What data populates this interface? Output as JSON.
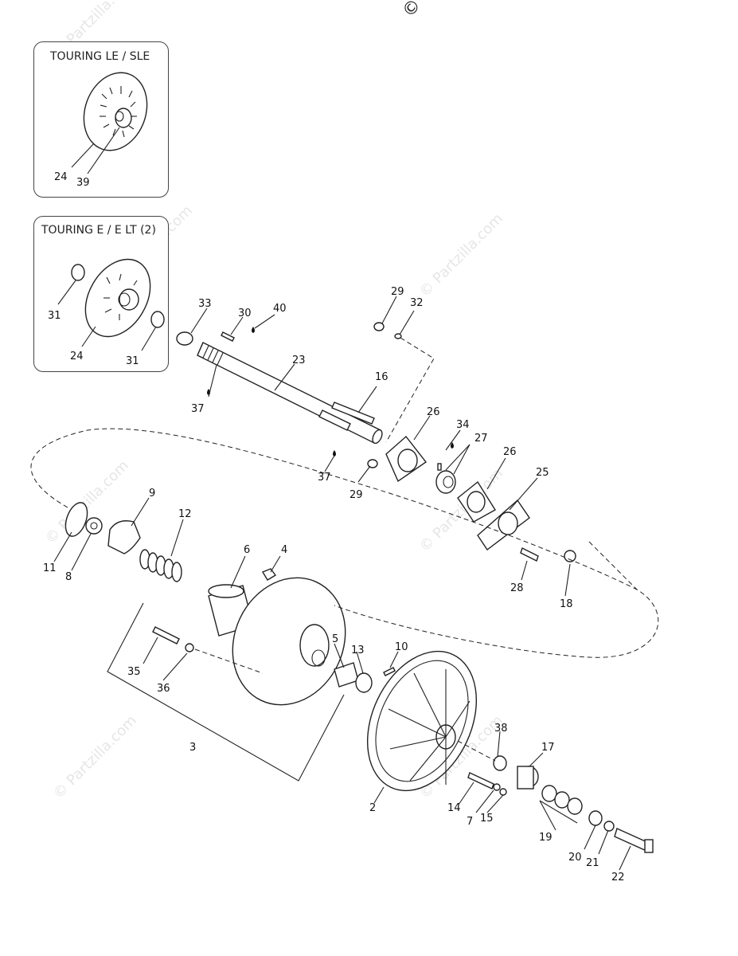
{
  "copyright": "© Partzilla",
  "watermark": "© Partzilla.com",
  "insets": [
    {
      "title": "TOURING LE / SLE"
    },
    {
      "title": "TOURING E / E LT (2)"
    }
  ],
  "callouts": [
    {
      "label": "24"
    },
    {
      "label": "39"
    },
    {
      "label": "31"
    },
    {
      "label": "24"
    },
    {
      "label": "31"
    },
    {
      "label": "33"
    },
    {
      "label": "30"
    },
    {
      "label": "40"
    },
    {
      "label": "23"
    },
    {
      "label": "37"
    },
    {
      "label": "16"
    },
    {
      "label": "29"
    },
    {
      "label": "32"
    },
    {
      "label": "26"
    },
    {
      "label": "34"
    },
    {
      "label": "27"
    },
    {
      "label": "26"
    },
    {
      "label": "25"
    },
    {
      "label": "37"
    },
    {
      "label": "29"
    },
    {
      "label": "9"
    },
    {
      "label": "12"
    },
    {
      "label": "11"
    },
    {
      "label": "8"
    },
    {
      "label": "6"
    },
    {
      "label": "4"
    },
    {
      "label": "28"
    },
    {
      "label": "18"
    },
    {
      "label": "35"
    },
    {
      "label": "36"
    },
    {
      "label": "5"
    },
    {
      "label": "13"
    },
    {
      "label": "10"
    },
    {
      "label": "3"
    },
    {
      "label": "38"
    },
    {
      "label": "17"
    },
    {
      "label": "2"
    },
    {
      "label": "14"
    },
    {
      "label": "7"
    },
    {
      "label": "15"
    },
    {
      "label": "19"
    },
    {
      "label": "20"
    },
    {
      "label": "21"
    },
    {
      "label": "22"
    }
  ]
}
